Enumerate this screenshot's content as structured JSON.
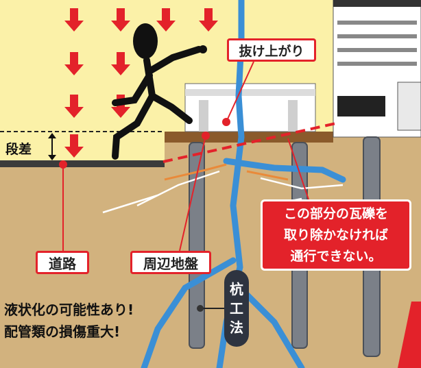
{
  "labels": {
    "uplift": "抜け上がり",
    "step": "段差",
    "road": "道路",
    "ground": "周辺地盤",
    "pile_method": [
      "杭",
      "工",
      "法"
    ],
    "warning": [
      "この部分の瓦礫を",
      "取り除かなければ",
      "通行できない。"
    ],
    "note": [
      "液状化の可能性あり!",
      "配管類の損傷重大!"
    ]
  },
  "colors": {
    "sky": "#fbf1a8",
    "ground": "#d2b27e",
    "accent_red": "#e3222a",
    "pipe_blue": "#3a8fd6",
    "pile_gray": "#7b8088"
  },
  "icons": [
    "down-arrow-icon",
    "person-jumping-icon",
    "pile-icon",
    "pipe-icon"
  ]
}
